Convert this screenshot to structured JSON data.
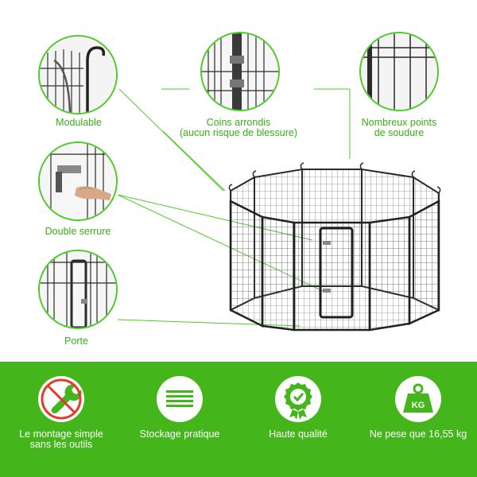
{
  "callouts": {
    "modulable": "Modulable",
    "coins_line1": "Coins arrondis",
    "coins_line2": "(aucun risque de blessure)",
    "soudure_line1": "Nombreux points",
    "soudure_line2": "de soudure",
    "serrure": "Double serrure",
    "porte": "Porte"
  },
  "features": [
    {
      "icon": "wrench-icon",
      "line1": "Le montage simple",
      "line2": "sans les outils"
    },
    {
      "icon": "stack-lines-icon",
      "line1": "Stockage pratique",
      "line2": ""
    },
    {
      "icon": "quality-badge-icon",
      "line1": "Haute qualité",
      "line2": ""
    },
    {
      "icon": "weight-kg-icon",
      "line1": "Ne pese que 16,55 kg",
      "line2": "",
      "badge": "KG"
    }
  ],
  "colors": {
    "accent": "#45b51c",
    "label": "#3aad18",
    "metal": "#2b2b2b"
  }
}
